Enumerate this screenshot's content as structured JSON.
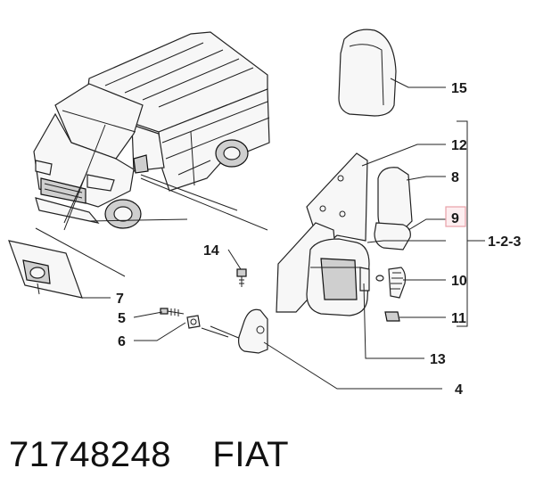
{
  "labels": {
    "p15": "15",
    "p12": "12",
    "p8": "8",
    "p9": "9",
    "p123": "1-2-3",
    "p14": "14",
    "p10": "10",
    "p11": "11",
    "p7": "7",
    "p5": "5",
    "p6": "6",
    "p13": "13",
    "p4": "4"
  },
  "caption": {
    "part_number": "71748248",
    "brand": "FIAT"
  },
  "colors": {
    "highlight_border": "#e8a0a8",
    "highlight_fill": "#fdeef0",
    "ink": "#222222"
  }
}
